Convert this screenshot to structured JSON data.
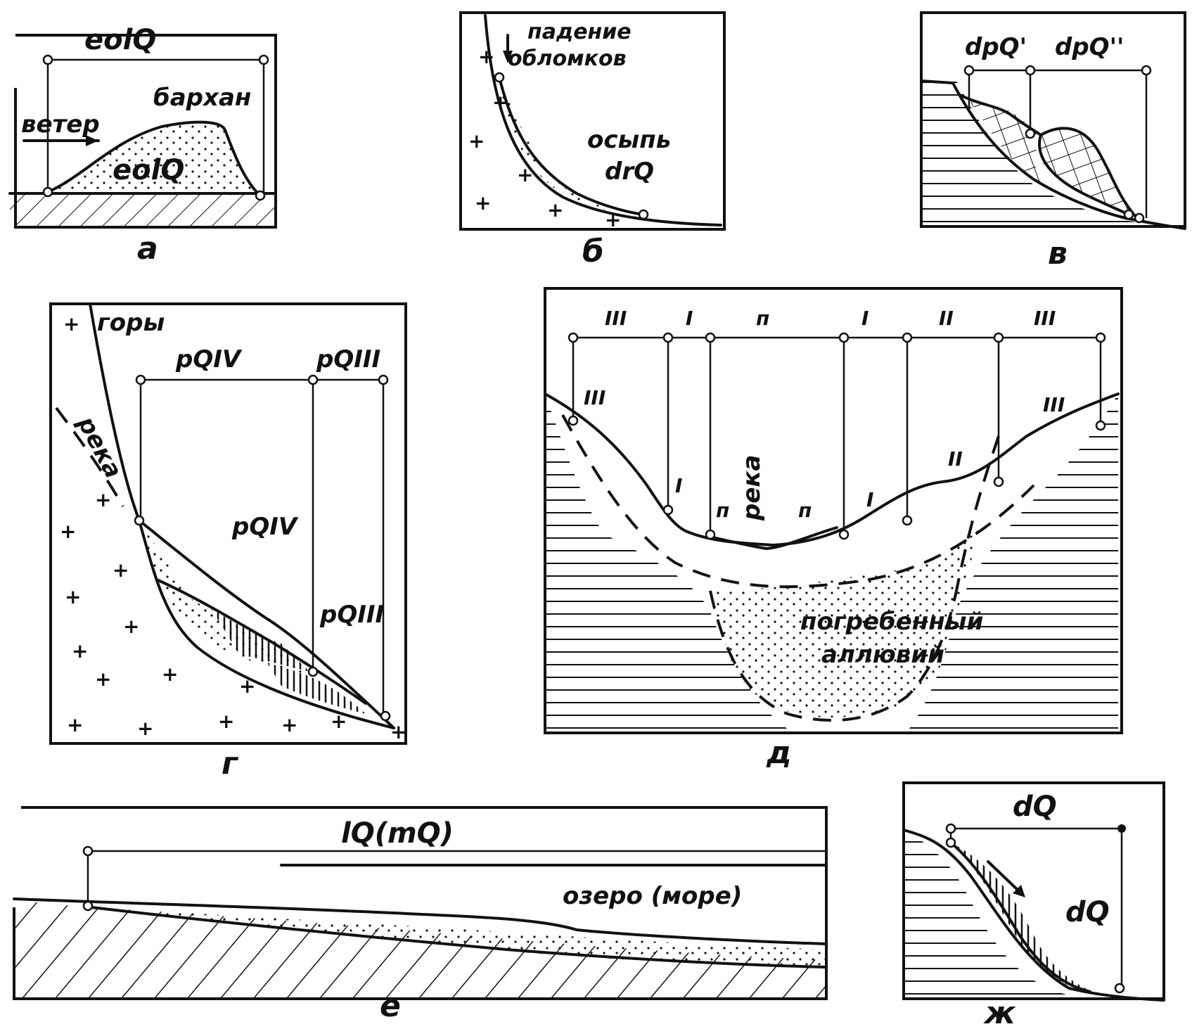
{
  "panels": {
    "a": {
      "caption": "а",
      "label_top": "eolQ",
      "label_dune": "бархан",
      "label_wind": "ветер",
      "label_deposit": "eolQ"
    },
    "b": {
      "caption": "б",
      "label_fall": "падение обломков",
      "label_scree": "осыпь",
      "label_deposit": "drQ"
    },
    "v": {
      "caption": "в",
      "label_1": "dpQ'",
      "label_2": "dpQ''"
    },
    "g": {
      "caption": "г",
      "label_mountains": "горы",
      "label_river": "река",
      "label_top_1": "pQIV",
      "label_top_2": "pQIII",
      "label_deposit_1": "pQIV",
      "label_deposit_2": "pQIII"
    },
    "d": {
      "caption": "д",
      "top_labels": [
        "III",
        "I",
        "п",
        "I",
        "II",
        "III"
      ],
      "slope_labels": [
        "III",
        "I",
        "п",
        "п",
        "I",
        "II",
        "III"
      ],
      "label_river": "река",
      "label_alluvium": "погребенный аллювий"
    },
    "e": {
      "caption": "е",
      "label_top": "lQ(mQ)",
      "label_water": "озеро (море)"
    },
    "zh": {
      "caption": "ж",
      "label_top": "dQ",
      "label_deposit": "dQ"
    }
  }
}
